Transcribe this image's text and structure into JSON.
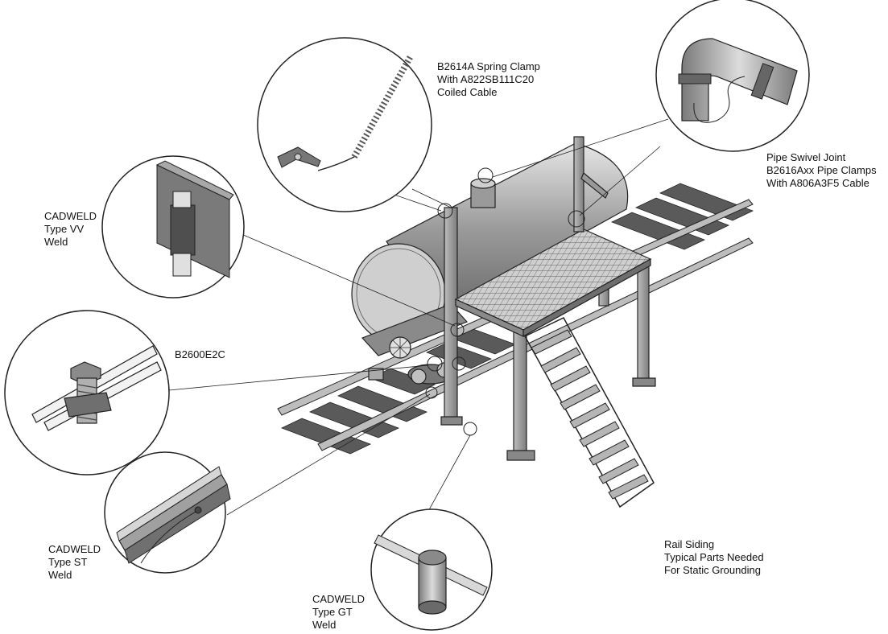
{
  "labels": {
    "spring_clamp": [
      "B2614A Spring Clamp",
      "With A822SB111C20",
      "Coiled Cable"
    ],
    "pipe_swivel": [
      "Pipe Swivel Joint",
      "B2616Axx Pipe Clamps",
      "With A806A3F5 Cable"
    ],
    "cadweld_vv": [
      "CADWELD",
      "Type VV",
      "Weld"
    ],
    "b2600": [
      "B2600E2C"
    ],
    "cadweld_st": [
      "CADWELD",
      "Type ST",
      "Weld"
    ],
    "cadweld_gt": [
      "CADWELD",
      "Type GT",
      "Weld"
    ],
    "rail_siding": [
      "Rail Siding",
      "Typical Parts Needed",
      "For Static Grounding"
    ]
  },
  "colors": {
    "line": "#222222",
    "metal_light": "#d9d9d9",
    "metal_mid": "#a8a8a8",
    "metal_dark": "#6e6e6e",
    "tie": "#555555"
  }
}
